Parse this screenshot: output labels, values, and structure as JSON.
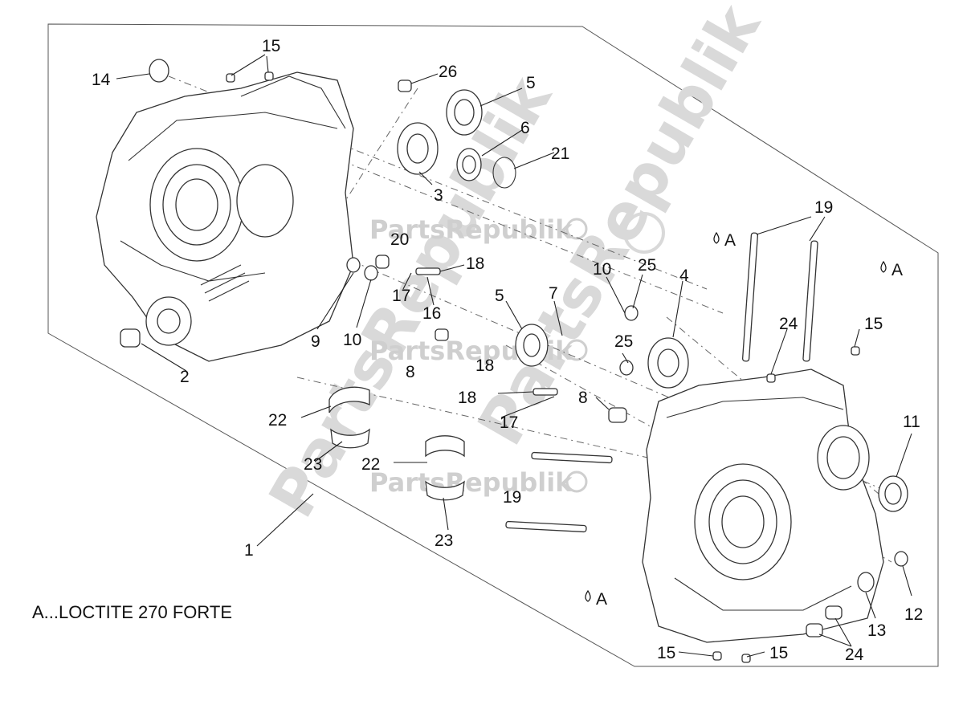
{
  "legend_note": "A...LOCTITE 270 FORTE",
  "watermark": "PartsRepublik",
  "callouts": {
    "c1": "1",
    "c2": "2",
    "c3": "3",
    "c4": "4",
    "c5a": "5",
    "c5b": "5",
    "c6": "6",
    "c7": "7",
    "c8a": "8",
    "c8b": "8",
    "c9": "9",
    "c10a": "10",
    "c10b": "10",
    "c11": "11",
    "c12": "12",
    "c13": "13",
    "c14": "14",
    "c15a": "15",
    "c15b": "15",
    "c15c": "15",
    "c15d": "15",
    "c16": "16",
    "c17a": "17",
    "c17b": "17",
    "c18a": "18",
    "c18b": "18",
    "c18c": "18",
    "c19a": "19",
    "c19b": "19",
    "c20": "20",
    "c21": "21",
    "c22a": "22",
    "c22b": "22",
    "c23a": "23",
    "c23b": "23",
    "c24a": "24",
    "c24b": "24",
    "c25a": "25",
    "c25b": "25",
    "c26": "26"
  },
  "loctite_markers": {
    "m1": "A",
    "m2": "A",
    "m3": "A"
  }
}
